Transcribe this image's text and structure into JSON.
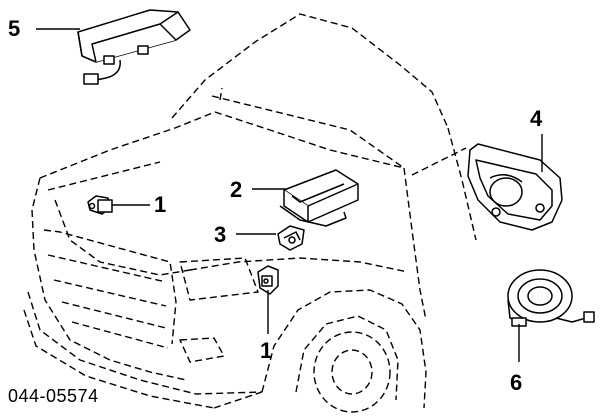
{
  "diagram": {
    "code": "044-05574",
    "callouts": [
      {
        "id": "c5",
        "label": "5"
      },
      {
        "id": "c1a",
        "label": "1"
      },
      {
        "id": "c2",
        "label": "2"
      },
      {
        "id": "c3",
        "label": "3"
      },
      {
        "id": "c1b",
        "label": "1"
      },
      {
        "id": "c4",
        "label": "4"
      },
      {
        "id": "c6",
        "label": "6"
      }
    ]
  }
}
